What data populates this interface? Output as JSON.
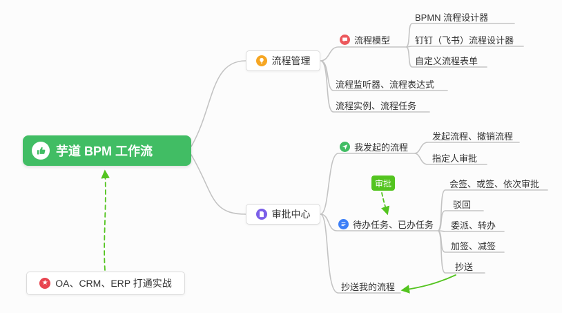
{
  "root": {
    "label": "芋道 BPM 工作流"
  },
  "nodes": {
    "process_mgmt": "流程管理",
    "approval_center": "审批中心",
    "oa_crm_erp": "OA、CRM、ERP 打通实战",
    "process_model": "流程模型",
    "bpmn_designer": "BPMN 流程设计器",
    "dingtalk_designer": "钉钉（飞书）流程设计器",
    "custom_form": "自定义流程表单",
    "listener_expression": "流程监听器、流程表达式",
    "instance_task": "流程实例、流程任务",
    "my_initiated": "我发起的流程",
    "initiate_cancel": "发起流程、撤销流程",
    "assignee_approval": "指定人审批",
    "approval_badge": "审批",
    "todo_done": "待办任务、已办任务",
    "countersign": "会签、或签、依次审批",
    "reject": "驳回",
    "delegate_transfer": "委派、转办",
    "add_reduce_sign": "加签、减签",
    "cc": "抄送",
    "cc_my_process": "抄送我的流程"
  },
  "icons": {
    "root": "thumbs-up-icon",
    "process_mgmt": "lightbulb-icon",
    "process_model": "comment-icon",
    "approval_center": "document-icon",
    "my_initiated": "paper-plane-icon",
    "todo_done": "list-icon",
    "oa_crm_erp": "star-icon"
  },
  "colors": {
    "root_green": "#41bd64",
    "accent_green": "#53c41f",
    "line_gray": "#c3c3c3",
    "icon_orange": "#f6a623",
    "icon_red": "#ec585c",
    "icon_blue": "#3d7ff7",
    "icon_purple": "#7b5fe8",
    "icon_star_red": "#e8444f",
    "text_dark": "#333333"
  }
}
